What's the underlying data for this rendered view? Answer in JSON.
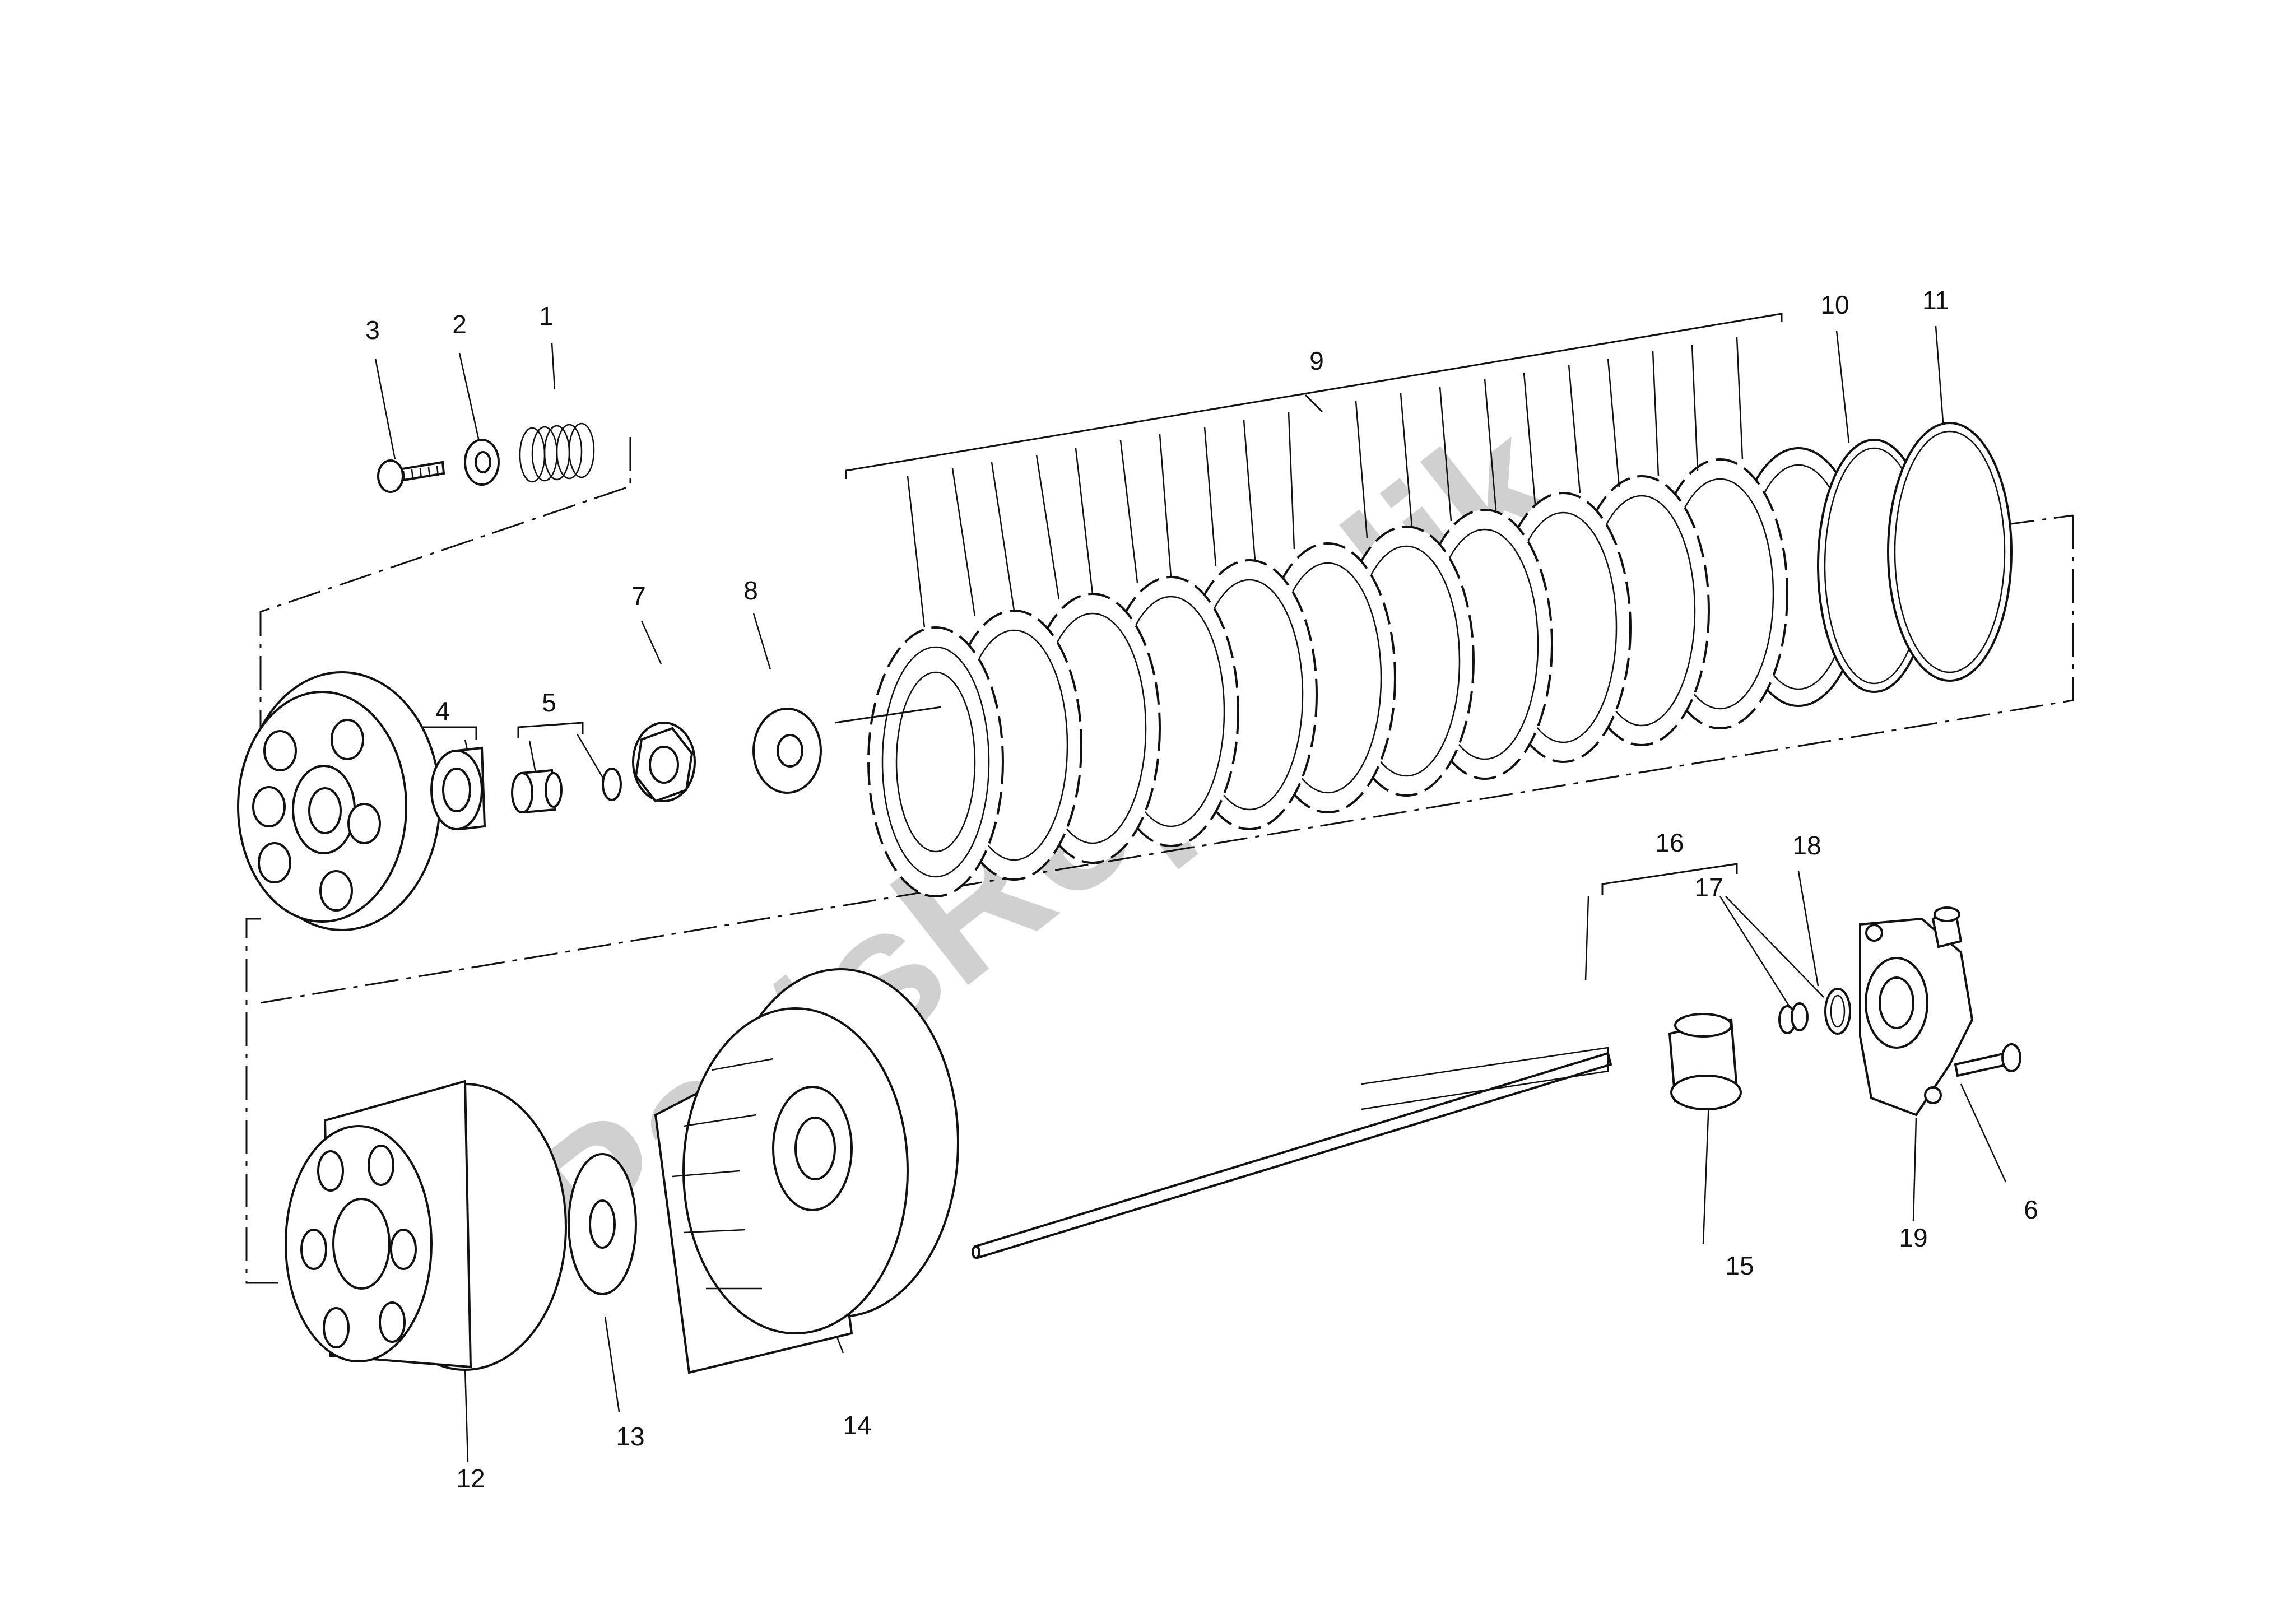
{
  "diagram": {
    "callouts": [
      "1",
      "2",
      "3",
      "4",
      "5",
      "6",
      "7",
      "8",
      "9",
      "10",
      "11",
      "12",
      "13",
      "14",
      "15",
      "16",
      "17",
      "18",
      "19"
    ],
    "watermark": "PartsRepublik",
    "colors": {
      "line": "#111111",
      "background": "#ffffff",
      "watermark": "#c8c8c8"
    }
  }
}
